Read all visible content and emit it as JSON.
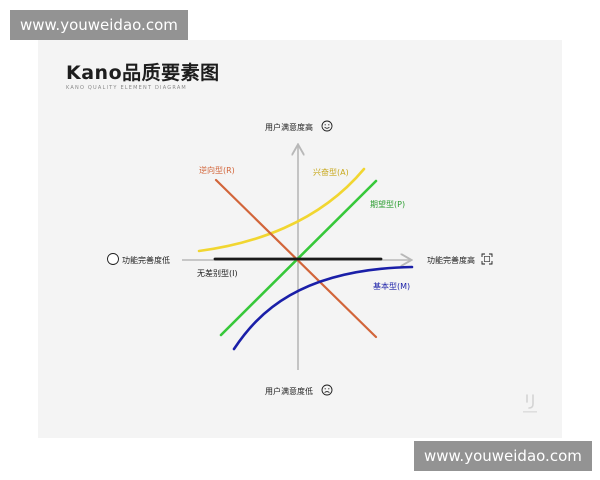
{
  "watermark": {
    "top": "www.youweidao.com",
    "bottom": "www.youweidao.com"
  },
  "header": {
    "title": "Kano品质要素图",
    "subtitle": "KANO QUALITY ELEMENT DIAGRAM"
  },
  "axes": {
    "y_top": "用户满意度高",
    "y_bottom": "用户满意度低",
    "x_left": "功能完善度低",
    "x_right": "功能完善度高",
    "icons": {
      "y_top": "smile-face-icon",
      "y_bottom": "frown-face-icon",
      "x_left": "empty-circle-icon",
      "x_right": "full-frame-icon"
    }
  },
  "curves": [
    {
      "id": "attractive",
      "label": "兴奋型(A)",
      "color": "#f1d630"
    },
    {
      "id": "performance",
      "label": "期望型(P)",
      "color": "#37c83a"
    },
    {
      "id": "reverse",
      "label": "逆向型(R)",
      "color": "#d2653a"
    },
    {
      "id": "indifferent",
      "label": "无差别型(I)",
      "color": "#1a1a1a"
    },
    {
      "id": "must_be",
      "label": "基本型(M)",
      "color": "#1a1fa8"
    }
  ],
  "colors": {
    "axis": "#b8b8b8",
    "text": "#1d1d1d",
    "card": "#f4f4f4"
  },
  "logo": {
    "icon": "brand-logo-icon"
  }
}
